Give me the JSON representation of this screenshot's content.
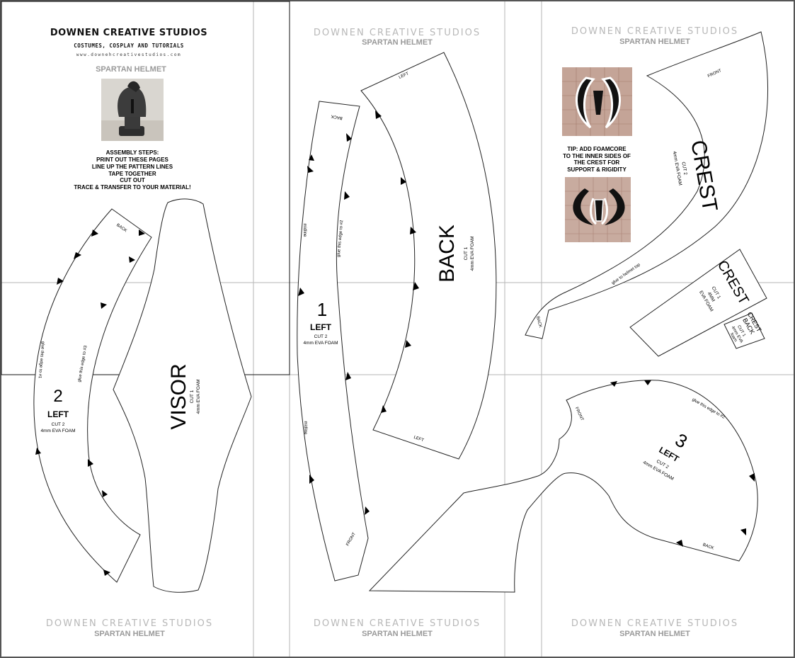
{
  "brand": {
    "name": "DOWNEN CREATIVE STUDIOS",
    "tagline": "COSTUMES, COSPLAY AND TUTORIALS",
    "url": "www.downehcreativestudios.com",
    "project": "SPARTAN HELMET"
  },
  "watermark": {
    "brand": "DOWNEN CREATIVE STUDIOS",
    "project": "SPARTAN HELMET"
  },
  "assembly": {
    "steps": [
      "ASSEMBLY STEPS:",
      "PRINT OUT THESE PAGES",
      "LINE UP THE PATTERN LINES",
      "TAPE TOGETHER",
      "CUT OUT",
      "TRACE & TRANSFER TO YOUR MATERIAL!"
    ]
  },
  "tip": {
    "lines": [
      "TIP: ADD FOAMCORE",
      "TO THE INNER SIDES OF",
      "THE CREST FOR",
      "SUPPORT & RIGIDITY"
    ]
  },
  "pieces": {
    "p2": {
      "number": "2",
      "name": "LEFT",
      "cut": "CUT 2",
      "material": "4mm EVA FOAM",
      "edge1": "glue this edge to #1",
      "edge2": "glue this edge to #3",
      "label_back": "BACK"
    },
    "visor": {
      "name": "VISOR",
      "cut": "CUT 1",
      "material": "4mm EVA FOAM"
    },
    "p1": {
      "number": "1",
      "name": "LEFT",
      "cut": "CUT 2",
      "material": "4mm EVA FOAM",
      "midline": "midline",
      "edge": "glue this edge to #2",
      "label_back": "BACK",
      "label_front": "FRONT"
    },
    "back": {
      "name": "BACK",
      "cut": "CUT 1",
      "material": "4mm EVA FOAM",
      "label_left": "LEFT"
    },
    "crest": {
      "name": "CREST",
      "cut": "CUT 2",
      "material": "4mm EVA FOAM",
      "label_front": "FRONT",
      "label_back": "BACK",
      "edge": "glue to helmet top"
    },
    "crest2": {
      "name": "CREST",
      "cut": "CUT 1",
      "material_a": "4MM",
      "material_b": "EVA FOAM"
    },
    "crestback": {
      "name_a": "CREST",
      "name_b": "BACK",
      "cut": "CUT 1",
      "material_a": "4mm EVA",
      "material_b": "foam"
    },
    "p3": {
      "number": "3",
      "name": "LEFT",
      "cut": "CUT 2",
      "material": "4mm EVA FOAM",
      "edge": "glue this edge to #2",
      "label_front": "FRONT",
      "label_back": "BACK"
    }
  },
  "colors": {
    "ink": "#000000",
    "grid": "#b5b5b5",
    "watermark": "#b8b8b8"
  }
}
